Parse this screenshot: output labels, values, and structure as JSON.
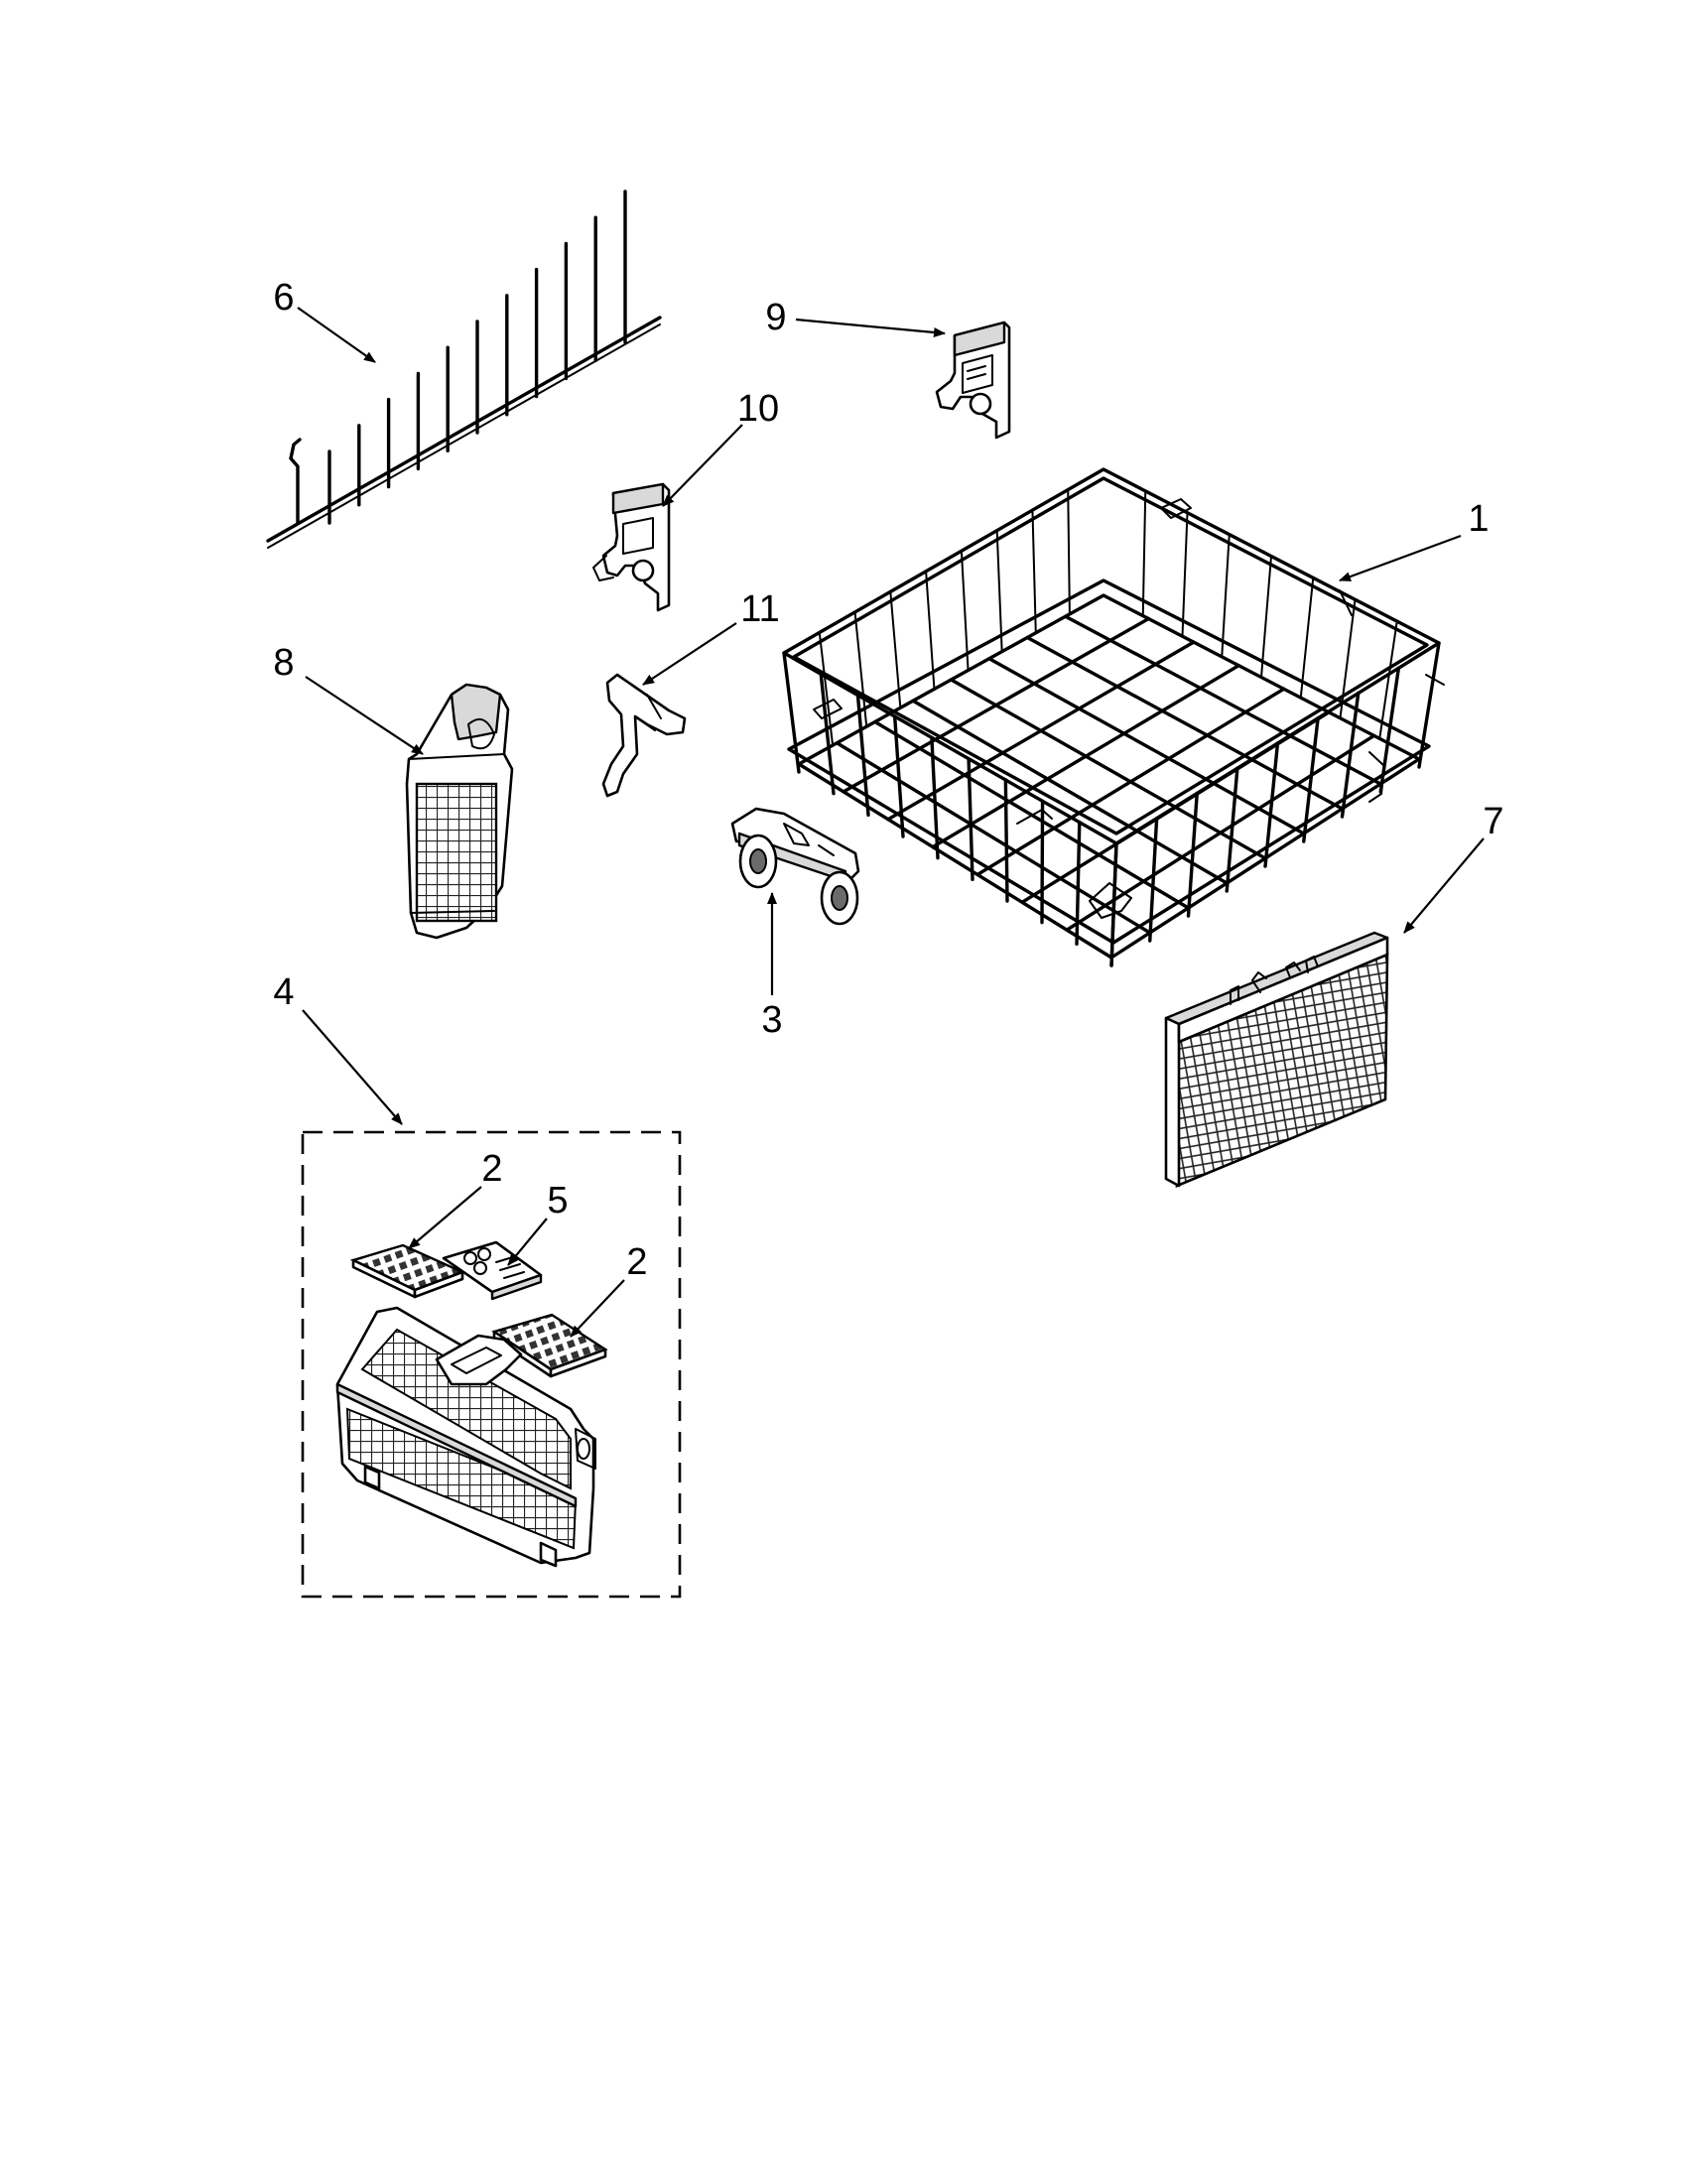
{
  "callouts": {
    "rack": "1",
    "insert_left": "2",
    "insert_right": "2",
    "wheel": "3",
    "basket_assembly": "4",
    "lid": "5",
    "tine_row": "6",
    "shield": "7",
    "small_basket": "8",
    "clip_9": "9",
    "clip_10": "10",
    "clip_11": "11"
  }
}
